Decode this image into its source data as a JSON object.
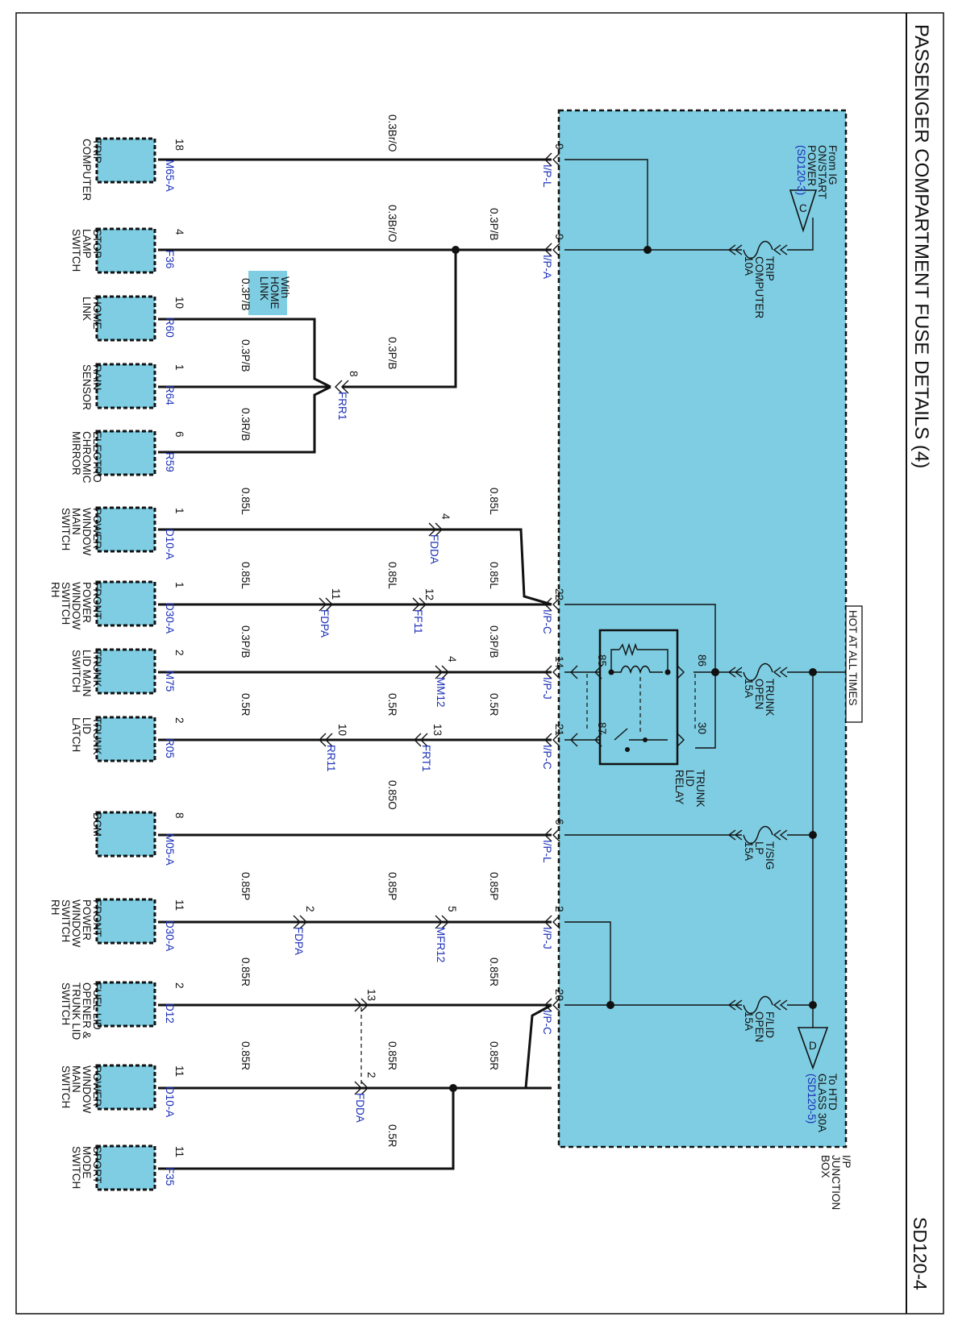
{
  "title": "PASSENGER COMPARTMENT FUSE DETAILS (4)",
  "page_code": "SD120-4",
  "hot_label": "HOT AT ALL TIMES",
  "junction_box": [
    "I/P",
    "JUNCTION",
    "BOX"
  ],
  "ign_source": {
    "lines": [
      "From IG",
      "ON/START",
      "POWER"
    ],
    "ref": "(SD120-3)",
    "letter": "C"
  },
  "htd_dest": {
    "lines": [
      "To HTD",
      "GLASS 30A"
    ],
    "ref": "(SD120-5)",
    "letter": "D"
  },
  "fuses": [
    {
      "lines": [
        "TRIP",
        "COMPUTER",
        "10A"
      ]
    },
    {
      "lines": [
        "TRUNK",
        "OPEN",
        "15A"
      ]
    },
    {
      "lines": [
        "T/SIG",
        "LP",
        "15A"
      ]
    },
    {
      "lines": [
        "F/LID",
        "OPEN",
        "15A"
      ]
    }
  ],
  "relay": {
    "lines": [
      "TRUNK",
      "LID",
      "RELAY"
    ],
    "pins": [
      "85",
      "86",
      "87",
      "30"
    ]
  },
  "box_pins": [
    {
      "num": "9",
      "conn": "I/P-L"
    },
    {
      "num": "9",
      "conn": "I/P-A"
    },
    {
      "num": "22",
      "conn": "I/P-C"
    },
    {
      "num": "14",
      "conn": "I/P-J"
    },
    {
      "num": "21",
      "conn": "I/P-C"
    },
    {
      "num": "6",
      "conn": "I/P-L"
    },
    {
      "num": "2",
      "conn": "I/P-J"
    },
    {
      "num": "20",
      "conn": "I/P-C"
    }
  ],
  "inline_connectors": [
    {
      "num": "8",
      "conn": "FRR1"
    },
    {
      "num": "4",
      "conn": "FDDA"
    },
    {
      "num": "11",
      "conn": "FDPA"
    },
    {
      "num": "12",
      "conn": "FF11"
    },
    {
      "num": "4",
      "conn": "MM12"
    },
    {
      "num": "10",
      "conn": "RR11"
    },
    {
      "num": "13",
      "conn": "FRT1"
    },
    {
      "num": "2",
      "conn": "FDPA"
    },
    {
      "num": "5",
      "conn": "MFR12"
    },
    {
      "num": "13",
      "conn": ""
    },
    {
      "num": "2",
      "conn": "FDDA"
    }
  ],
  "wires": [
    "0.3Br/O",
    "0.3Br/O",
    "0.3P/B",
    "0.3P/B",
    "0.3P/B",
    "0.3P/B",
    "0.3R/B",
    "0.85L",
    "0.85L",
    "0.85L",
    "0.85L",
    "0.85L",
    "0.3P/B",
    "0.3P/B",
    "0.5R",
    "0.5R",
    "0.5R",
    "0.85O",
    "0.85P",
    "0.85P",
    "0.85P",
    "0.85R",
    "0.85R",
    "0.85R",
    "0.85R",
    "0.85R",
    "0.5R"
  ],
  "option_label": [
    "With",
    "HOME",
    "LINK"
  ],
  "components": [
    {
      "name": [
        "TRIP",
        "COMPUTER"
      ],
      "pin": "18",
      "conn": "M65-A"
    },
    {
      "name": [
        "STOP",
        "LAMP",
        "SWITCH"
      ],
      "pin": "4",
      "conn": "F36"
    },
    {
      "name": [
        "HOME",
        "LINK"
      ],
      "pin": "10",
      "conn": "R60"
    },
    {
      "name": [
        "RAIN",
        "SENSOR"
      ],
      "pin": "1",
      "conn": "R64"
    },
    {
      "name": [
        "ELECTRO",
        "CHROMIC",
        "MIRROR"
      ],
      "pin": "6",
      "conn": "R59"
    },
    {
      "name": [
        "POWER",
        "WINDOW",
        "MAIN",
        "SWITCH"
      ],
      "pin": "1",
      "conn": "D10-A"
    },
    {
      "name": [
        "FRONT",
        "POWER",
        "WINDOW",
        "SWITCH",
        "RH"
      ],
      "pin": "1",
      "conn": "D30-A"
    },
    {
      "name": [
        "TRUNK",
        "LID MAIN",
        "SWITCH"
      ],
      "pin": "2",
      "conn": "M75"
    },
    {
      "name": [
        "TRUNK",
        "LID",
        "LATCH"
      ],
      "pin": "2",
      "conn": "R05"
    },
    {
      "name": [
        "BCM"
      ],
      "pin": "8",
      "conn": "M05-A"
    },
    {
      "name": [
        "FRONT",
        "POWER",
        "WINDOW",
        "SWITCH",
        "RH"
      ],
      "pin": "11",
      "conn": "D30-A"
    },
    {
      "name": [
        "FUEL LID",
        "OPENER &",
        "TRUNK LID",
        "SWITCH"
      ],
      "pin": "2",
      "conn": "D12"
    },
    {
      "name": [
        "POWER",
        "WINDOW",
        "MAIN",
        "SWITCH"
      ],
      "pin": "11",
      "conn": "D10-A"
    },
    {
      "name": [
        "SPORT",
        "MODE",
        "SWITCH"
      ],
      "pin": "11",
      "conn": "F35"
    }
  ],
  "colors": {
    "box_fill": "#7ecde2",
    "link_blue": "#1a2fb8",
    "line": "#111111"
  }
}
